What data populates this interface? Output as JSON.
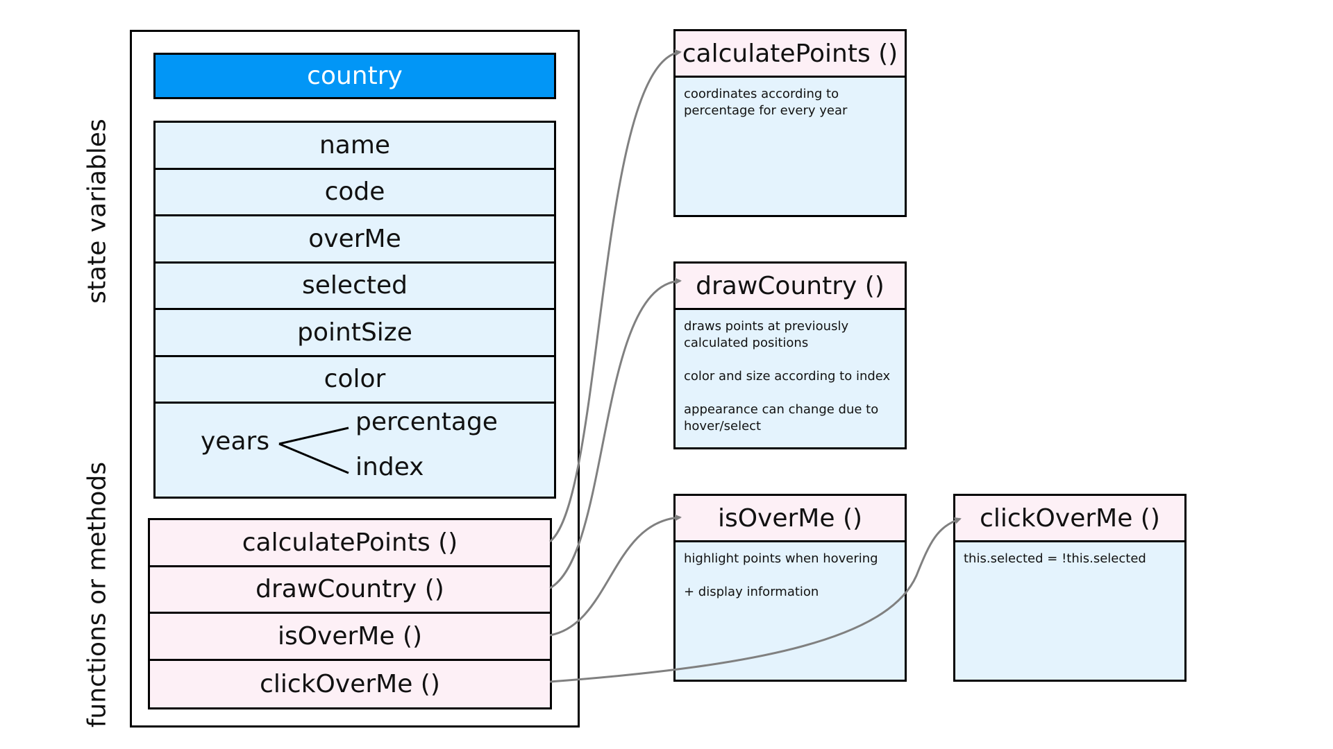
{
  "side_labels": {
    "state": "state variables",
    "functions": "functions or methods"
  },
  "class_title": "country",
  "state_variables": [
    "name",
    "code",
    "overMe",
    "selected",
    "pointSize",
    "color"
  ],
  "years": {
    "label": "years",
    "children": [
      "percentage",
      "index"
    ]
  },
  "functions": [
    "calculatePoints ()",
    "drawCountry ()",
    "isOverMe ()",
    "clickOverMe ()"
  ],
  "method_boxes": [
    {
      "title": "calculatePoints ()",
      "lines": [
        "coordinates according to percentage for every year"
      ]
    },
    {
      "title": "drawCountry ()",
      "lines": [
        "draws points at previously calculated positions",
        "color and size according to index",
        "appearance can change due to hover/select"
      ]
    },
    {
      "title": "isOverMe ()",
      "lines": [
        "highlight points when hovering",
        "+ display information"
      ]
    },
    {
      "title": "clickOverMe ()",
      "lines": [
        "this.selected = !this.selected"
      ]
    }
  ],
  "colors": {
    "title_bar": "#0296f6",
    "state_fill": "#e4f3fd",
    "function_fill": "#fdf0f6",
    "connector": "#808080"
  }
}
